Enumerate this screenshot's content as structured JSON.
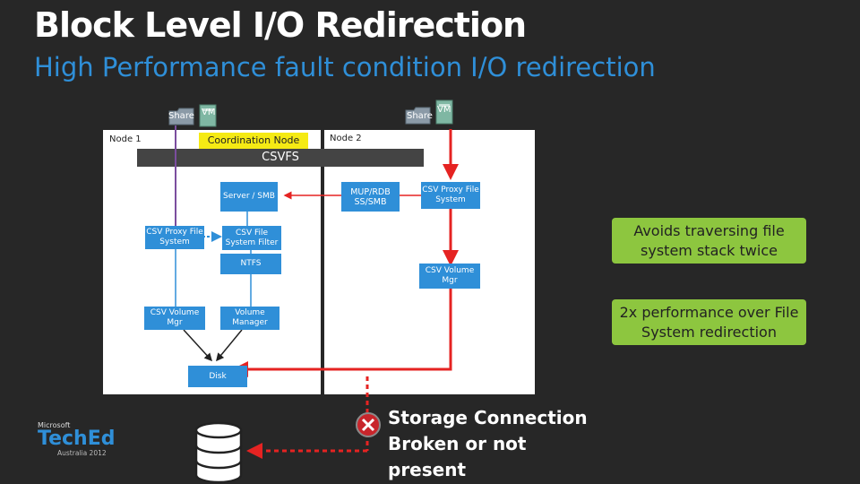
{
  "slide": {
    "title": "Block Level I/O Redirection",
    "subtitle": "High Performance fault condition I/O redirection"
  },
  "diagram": {
    "node1_label": "Node 1",
    "node2_label": "Node 2",
    "coordination_node_label": "Coordination Node",
    "csvfs_label": "CSVFS",
    "share_label": "Share",
    "vm_label": "VM",
    "node1_boxes": {
      "server_smb": "Server / SMB",
      "csv_proxy_fs": "CSV Proxy File System",
      "csv_file_system_filter": "CSV File System Filter",
      "ntfs": "NTFS",
      "csv_volume_mgr": "CSV Volume Mgr",
      "volume_manager": "Volume Manager",
      "disk": "Disk"
    },
    "node2_boxes": {
      "mup_rdb": "MUP/RDB SS/SMB",
      "csv_proxy_fs": "CSV Proxy File System",
      "csv_volume_mgr": "CSV Volume Mgr"
    }
  },
  "callouts": {
    "traverse": "Avoids traversing file system stack twice",
    "performance": "2x performance over File System redirection"
  },
  "storage_status": "Storage Connection Broken or not present",
  "branding": {
    "microsoft": "Microsoft",
    "teched": "TechEd",
    "event": "Australia 2012"
  },
  "colors": {
    "accent_blue": "#2f8fd8",
    "callout_green": "#8dc63f",
    "redirect_red": "#e52322",
    "coord_yellow": "#f5ea14",
    "purple_path": "#7b4d9e"
  }
}
